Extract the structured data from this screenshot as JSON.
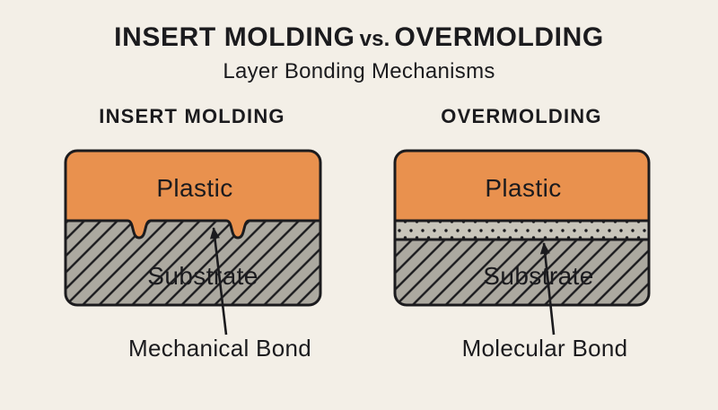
{
  "colors": {
    "background": "#F3EFE7",
    "plastic": "#E9914E",
    "substrate": "#ACA9A0",
    "bond_zone": "#C8C5BA",
    "ink": "#1B1B1E"
  },
  "header": {
    "title_left": "INSERT MOLDING",
    "title_vs": "vs.",
    "title_right": "OVERMOLDING",
    "subtitle": "Layer Bonding Mechanisms"
  },
  "left_panel": {
    "heading": "INSERT MOLDING",
    "plastic_label": "Plastic",
    "substrate_label": "Substrate",
    "bond_label": "Mechanical Bond"
  },
  "right_panel": {
    "heading": "OVERMOLDING",
    "plastic_label": "Plastic",
    "substrate_label": "Substrate",
    "bond_label": "Molecular Bond"
  }
}
